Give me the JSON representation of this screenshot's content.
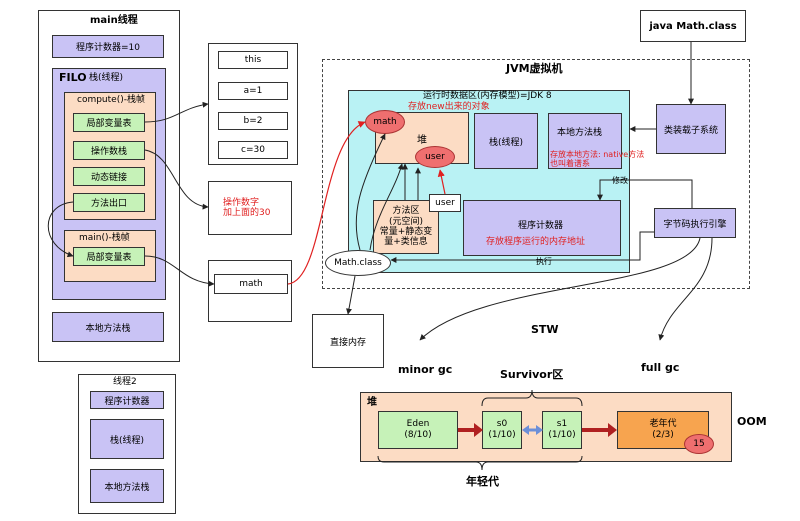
{
  "main_thread": {
    "title": "main线程",
    "pc": "程序计数器=10",
    "filo": "FILO",
    "stack_label": "栈(线程)",
    "compute_frame": {
      "title": "compute()-栈帧",
      "items": [
        "局部变量表",
        "操作数栈",
        "动态链接",
        "方法出口"
      ]
    },
    "main_frame": {
      "title": "main()-栈帧",
      "items": [
        "局部变量表"
      ]
    },
    "native_stack": "本地方法栈"
  },
  "locals_table": [
    "this",
    "a=1",
    "b=2",
    "c=30"
  ],
  "operand_note": "操作数字\n加上面的30",
  "math_ref": "math",
  "thread2": {
    "title": "线程2",
    "pc": "程序计数器",
    "stack": "栈(线程)",
    "native_stack": "本地方法栈"
  },
  "jvm": {
    "title": "JVM虚拟机",
    "runtime_area": "运行时数据区(内存模型)=JDK 8",
    "new_object_note": "存放new出来的对象",
    "heap": "堆",
    "math": "math",
    "user": "user",
    "stack": "栈(线程)",
    "native_stack": "本地方法栈",
    "native_note": "存放本地方法: native方法\n也叫着谱系",
    "method_area": "方法区\n(元空间)\n常量+静态变\n量+类信息",
    "user_label": "user",
    "pc": "程序计数器",
    "pc_note": "存放程序运行的内存地址",
    "math_class": "Math.class",
    "modify": "修改",
    "execute": "执行"
  },
  "java_class": "java Math.class",
  "class_loader": "类装载子系统",
  "exec_engine": "字节码执行引擎",
  "direct_memory": "直接内存",
  "gc": {
    "stw": "STW",
    "minor": "minor gc",
    "full": "full gc",
    "survivor": "Survivor区",
    "oom": "OOM"
  },
  "heap_detail": {
    "title": "堆",
    "eden": "Eden\n(8/10)",
    "s0": "s0\n(1/10)",
    "s1": "s1\n(1/10)",
    "old": "老年代\n(2/3)",
    "old_count": "15",
    "young": "年轻代"
  },
  "colors": {
    "lavender": "#c9c3f5",
    "peach": "#fcdcc4",
    "green": "#c6f2b8",
    "cyan": "#b9f2f4",
    "red": "#e02020"
  }
}
